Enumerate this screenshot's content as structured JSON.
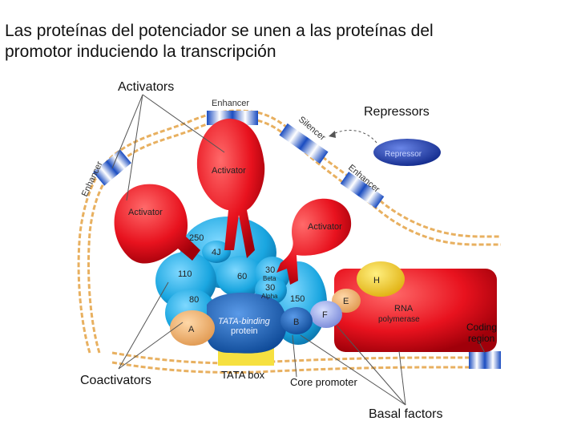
{
  "slide": {
    "title_line1": "Las proteínas del potenciador se unen a las proteínas del",
    "title_line2": "promotor induciendo la transcripción"
  },
  "diagram": {
    "callouts": {
      "activators": "Activators",
      "repressors": "Repressors",
      "coactivators": "Coactivators",
      "tata_box": "TATA box",
      "core_promoter": "Core promoter",
      "basal_factors": "Basal factors",
      "coding_region_1": "Coding",
      "coding_region_2": "region"
    },
    "dna_labels": {
      "enhancer_top": "Enhancer",
      "enhancer_left": "Enhancer",
      "enhancer_right": "Enhancer",
      "silencer": "Silencer"
    },
    "proteins": {
      "activator_center": "Activator",
      "activator_left": "Activator",
      "activator_right": "Activator",
      "repressor": "Repressor",
      "taf_250": "250",
      "taf_4j": "4J",
      "taf_110": "110",
      "taf_60": "60",
      "taf_30_beta_num": "30",
      "taf_30_beta": "Beta",
      "taf_30_alpha_num": "30",
      "taf_30_alpha": "Alpha",
      "taf_150": "150",
      "taf_80": "80",
      "tbp_line1": "TATA-binding",
      "tbp_line2": "protein",
      "factor_a": "A",
      "factor_b": "B",
      "factor_f": "F",
      "factor_e": "E",
      "factor_h": "H",
      "rna_pol_line1": "RNA",
      "rna_pol_line2": "polymerase"
    },
    "colors": {
      "activator": "#e8121e",
      "taf": "#1aa6e0",
      "tbp": "#1560b0",
      "factor_a": "#f0b070",
      "factor_h": "#f5d21a",
      "rna_pol": "#e8121e",
      "repressor": "#1a3fb0",
      "dna": "#e8b060",
      "tata": "#f6e040"
    }
  }
}
